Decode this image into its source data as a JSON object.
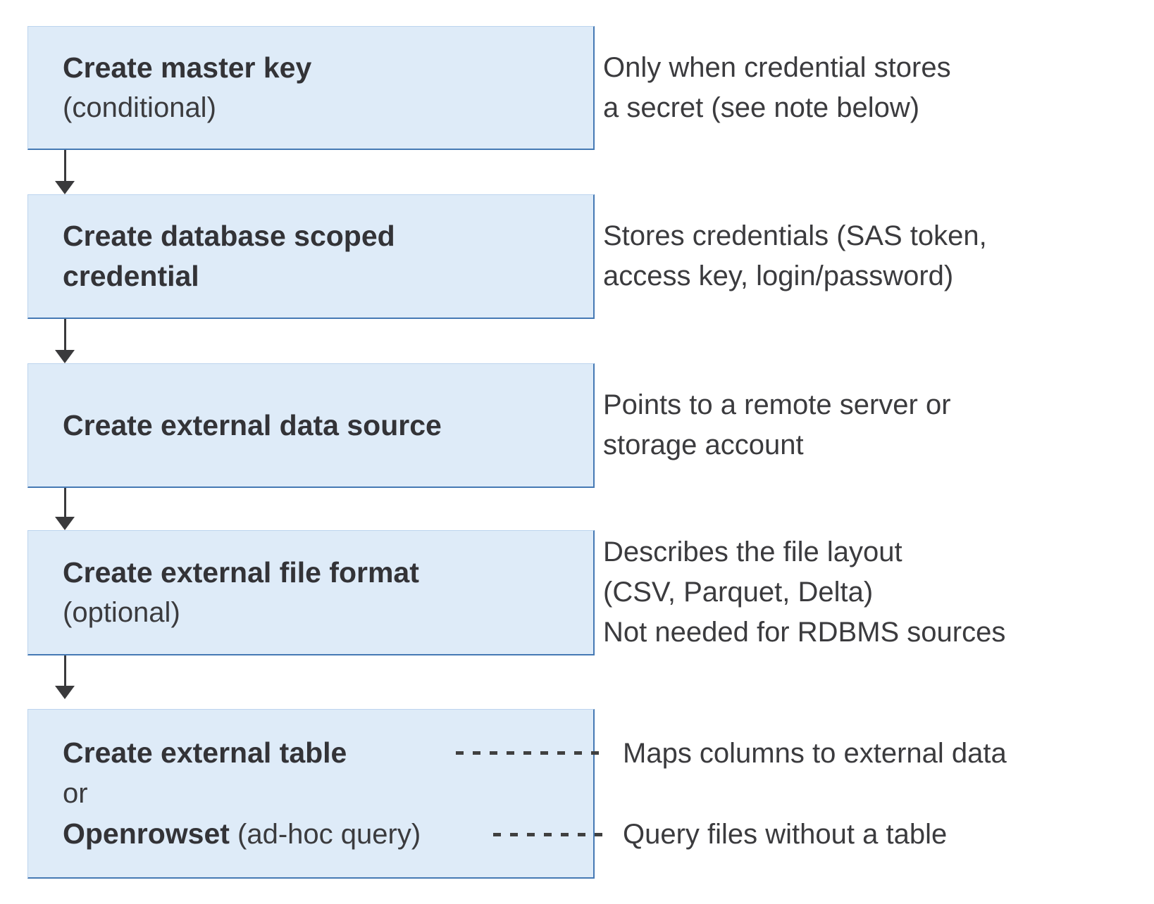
{
  "diagram": {
    "description": "Flow of T-SQL steps to access external data",
    "steps": [
      {
        "title": "Create master key",
        "suffix": "(conditional)",
        "annotation": "Only when credential stores\na secret (see note below)"
      },
      {
        "title": "Create database scoped\ncredential",
        "annotation": "Stores credentials (SAS token,\naccess key, login/password)"
      },
      {
        "title": "Create external data source",
        "annotation": "Points to a remote server or\nstorage account"
      },
      {
        "title": "Create external file format",
        "suffix": "(optional)",
        "annotation": "Describes the file layout\n(CSV, Parquet, Delta)\nNot needed for RDBMS sources"
      }
    ],
    "final_step": {
      "option1": "Create external table",
      "or_label": "or",
      "option2_bold": "Openrowset",
      "option2_suffix": " (ad-hoc query)",
      "annotation_table": "Maps columns to external data",
      "annotation_openrowset": "Query files without a table"
    },
    "colors": {
      "box_fill": "#deebf8",
      "box_border": "#4579b4",
      "arrow": "#3a3a3c",
      "text": "#38383b",
      "dash": "#404040",
      "background": "#ffffff"
    }
  }
}
